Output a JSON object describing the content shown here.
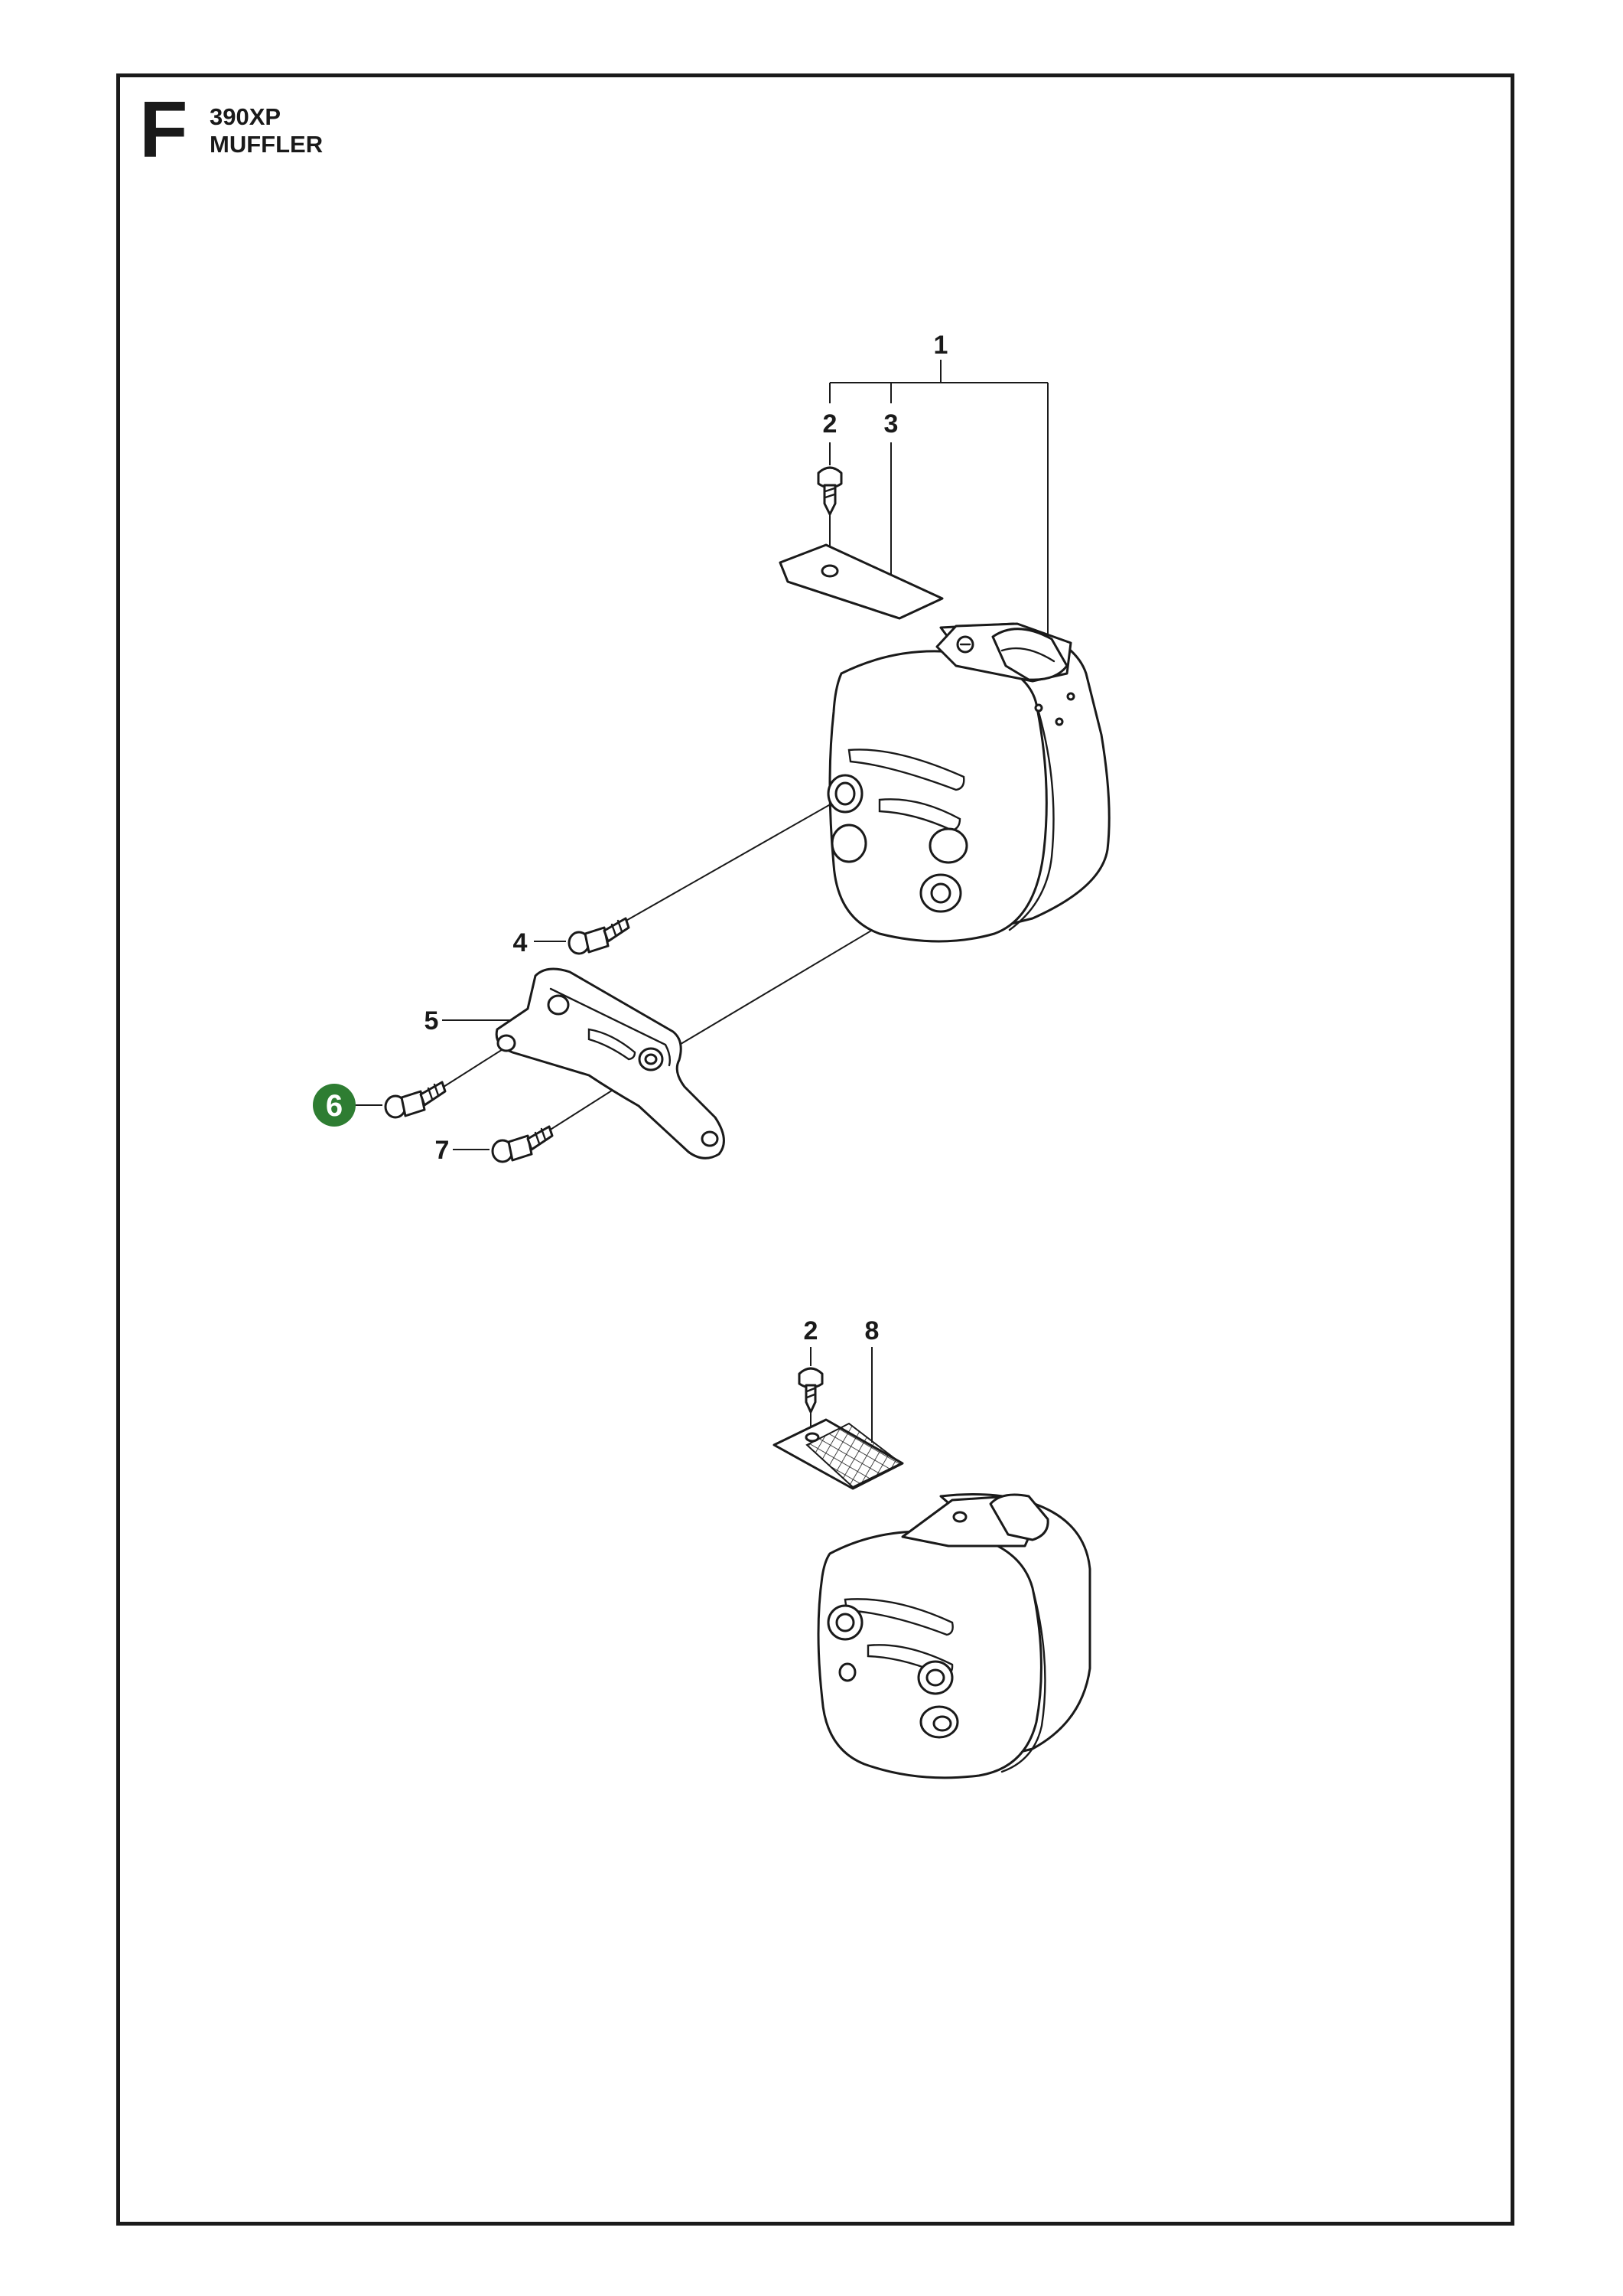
{
  "header": {
    "section_letter": "F",
    "model": "390XP",
    "title": "MUFFLER"
  },
  "callouts": {
    "c1": "1",
    "c2a": "2",
    "c3": "3",
    "c4": "4",
    "c5": "5",
    "c6": "6",
    "c7": "7",
    "c2b": "2",
    "c8": "8"
  },
  "highlight": {
    "part_number": "6",
    "color": "#2e7d32"
  },
  "colors": {
    "line": "#1a1a1a",
    "background": "#ffffff"
  }
}
